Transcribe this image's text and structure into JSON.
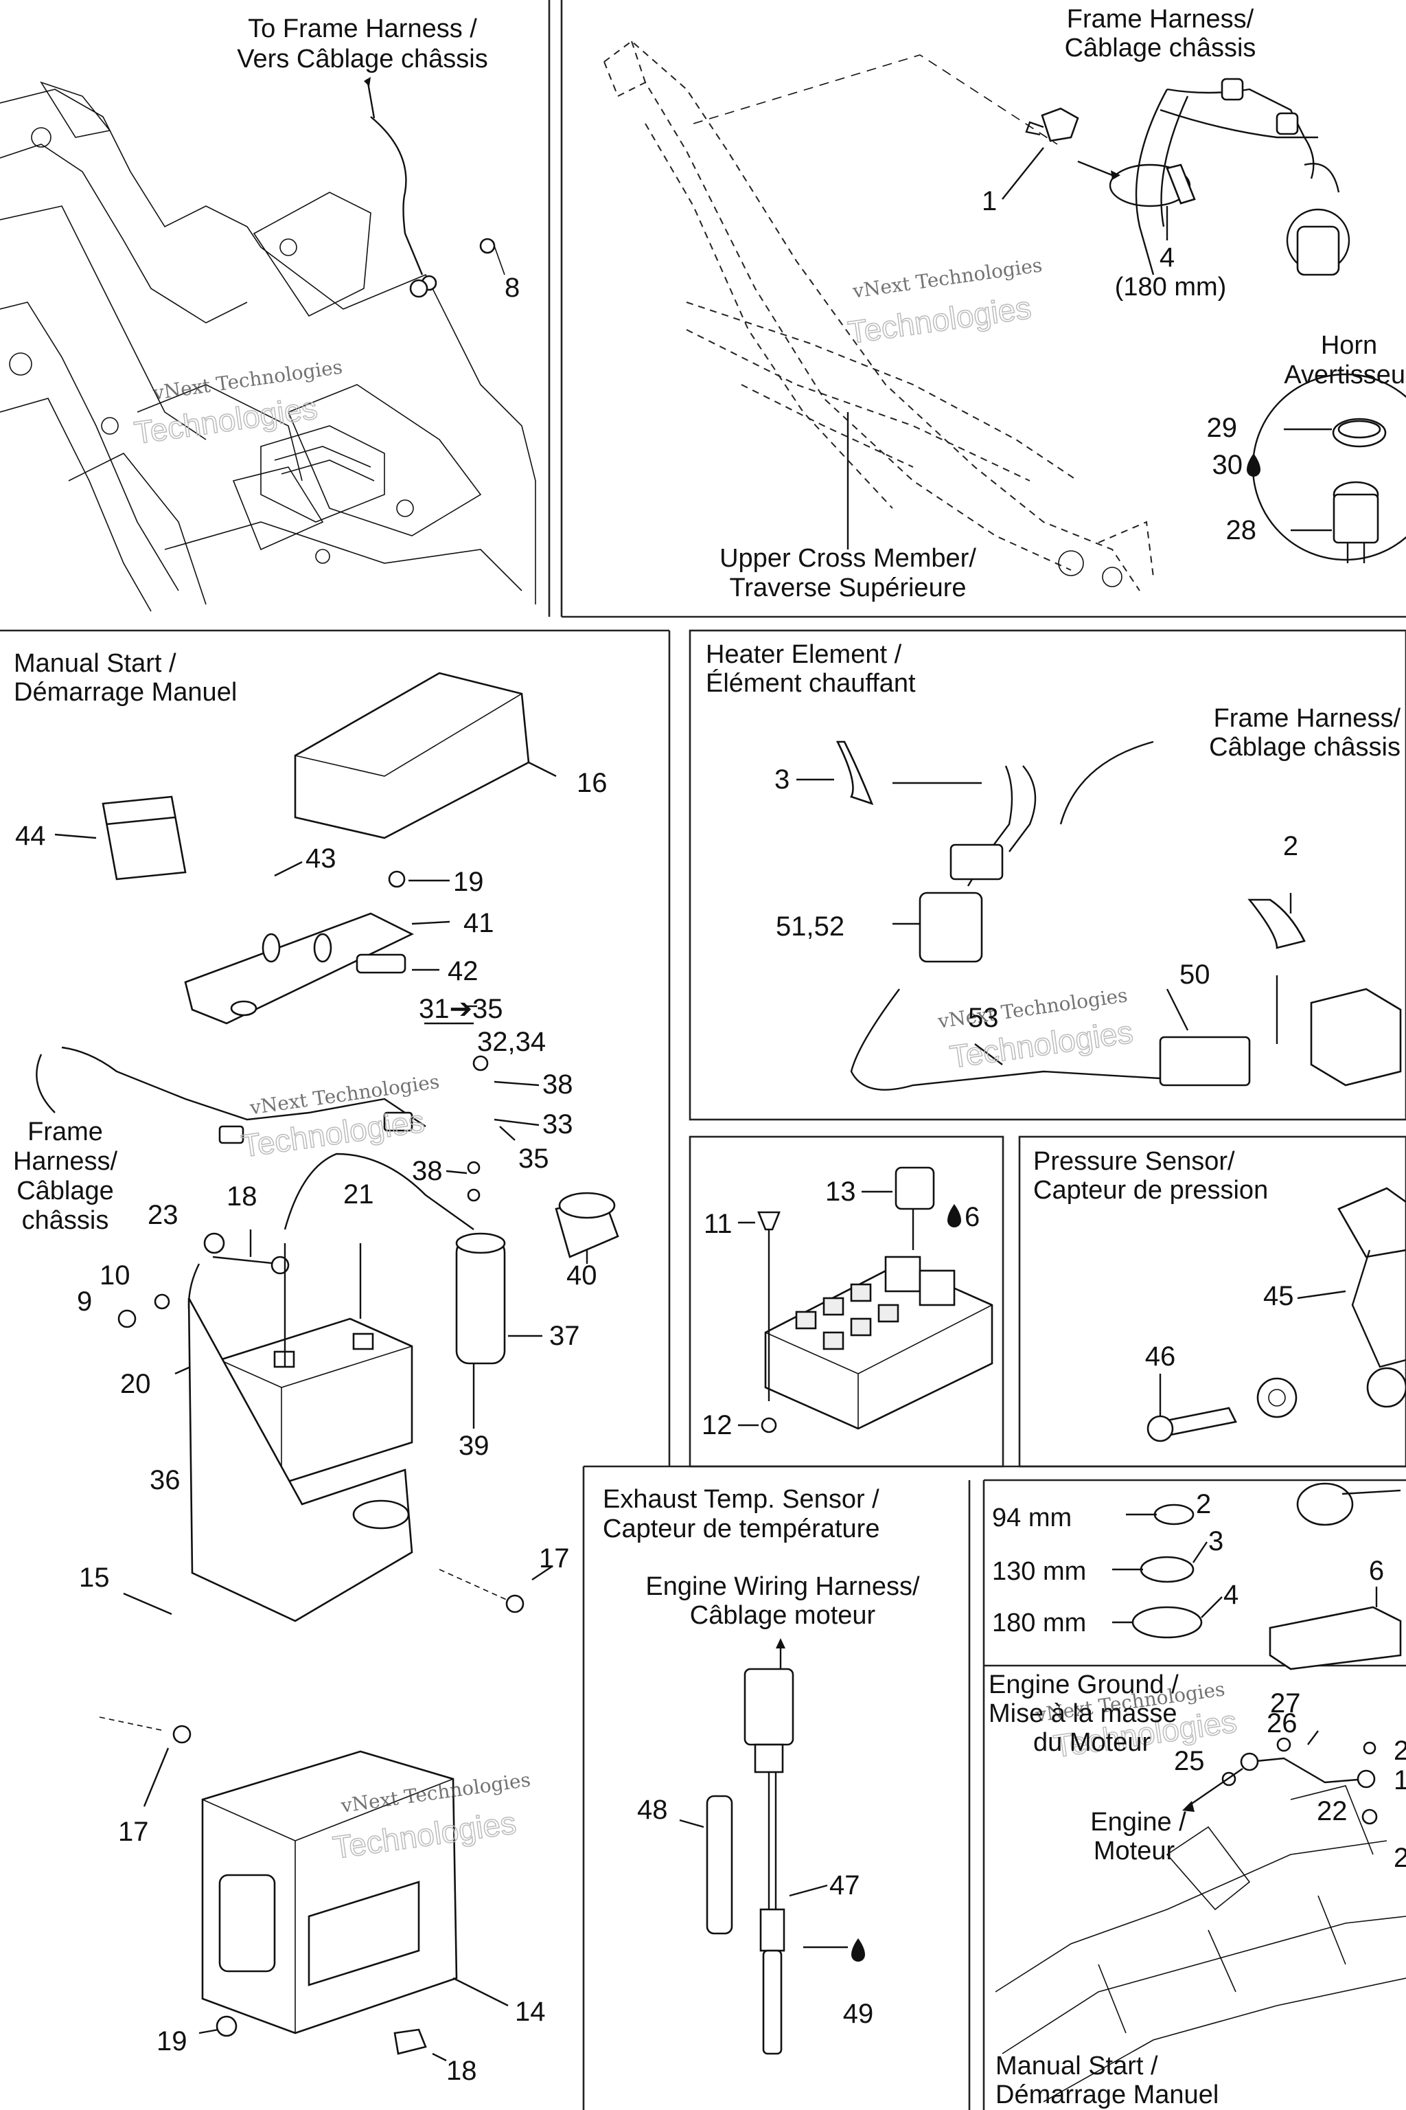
{
  "labels": {
    "to_frame_harness": [
      "To Frame Harness /",
      "Vers Câblage châssis"
    ],
    "frame_harness_top": [
      "Frame Harness/",
      "Câblage châssis"
    ],
    "size_180": "(180 mm)",
    "horn": [
      "Horn",
      "Avertisseur"
    ],
    "upper_cross_member": [
      "Upper Cross Member/",
      "Traverse Supérieure"
    ],
    "manual_start": [
      "Manual Start /",
      "Démarrage Manuel"
    ],
    "heater_element": [
      "Heater Element /",
      "Élément chauffant"
    ],
    "frame_harness_heater": [
      "Frame Harness/",
      "Câblage châssis"
    ],
    "frame_harness_left": [
      "Frame",
      "Harness/",
      "Câblage",
      "châssis"
    ],
    "pressure_sensor": [
      "Pressure Sensor/",
      "Capteur de pression"
    ],
    "exhaust_temp": [
      "Exhaust Temp. Sensor /",
      "Capteur de température"
    ],
    "engine_wiring": [
      "Engine Wiring Harness/",
      "Câblage moteur"
    ],
    "tie_94": "94 mm",
    "tie_130": "130 mm",
    "tie_180": "180 mm",
    "engine_ground": [
      "Engine Ground /",
      "Mise à la masse",
      "du Moteur"
    ],
    "engine": [
      "Engine /",
      "Moteur"
    ],
    "manual_start_bottom": [
      "Manual Start /",
      "Démarrage Manuel"
    ],
    "watermark_top": "vNext Technologies",
    "watermark_big": "Technologies"
  },
  "parts": {
    "p1": "1",
    "p2": "2",
    "p3": "3",
    "p4": "4",
    "p6": "6",
    "p8": "8",
    "p9": "9",
    "p10": "10",
    "p11": "11",
    "p12": "12",
    "p13": "13",
    "p14": "14",
    "p15": "15",
    "p16": "16",
    "p17": "17",
    "p18": "18",
    "p19": "19",
    "p20": "20",
    "p21": "21",
    "p22": "22",
    "p23": "23",
    "p25": "25",
    "p26": "26",
    "p27": "27",
    "p28": "28",
    "p29": "29",
    "p30": "30",
    "p31_35": "31➔35",
    "p32_34": "32,34",
    "p33": "33",
    "p35": "35",
    "p36": "36",
    "p37": "37",
    "p38": "38",
    "p39": "39",
    "p40": "40",
    "p41": "41",
    "p42": "42",
    "p43": "43",
    "p44": "44",
    "p45": "45",
    "p46": "46",
    "p47": "47",
    "p48": "48",
    "p49": "49",
    "p50": "50",
    "p51_52": "51,52",
    "p53": "53",
    "p2_edge": "2",
    "p1_edge": "1"
  }
}
